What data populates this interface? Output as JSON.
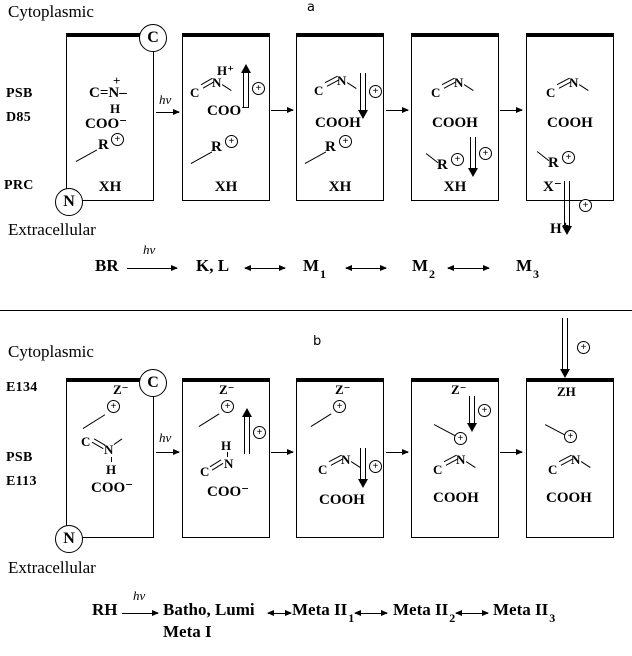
{
  "chem": {
    "c": "C",
    "n": "N",
    "h": "H",
    "r": "R",
    "plus": "+"
  },
  "panel_a": {
    "section_label": "a",
    "cytoplasmic_label": "Cytoplasmic",
    "extracellular_label": "Extracellular",
    "terminal_c": "C",
    "terminal_n": "N",
    "hv_label": "hv",
    "left_labels": {
      "psb": "PSB",
      "d85": "D85",
      "prc": "PRC"
    },
    "boxes": [
      {
        "schiff_base": "C=N–",
        "charge": "+",
        "h": "H",
        "acid": "COO⁻",
        "anion": "XH"
      },
      {
        "released_h": "H⁺",
        "acid": "COO⁻",
        "anion": "XH"
      },
      {
        "acid": "COOH",
        "anion": "XH"
      },
      {
        "acid": "COOH",
        "anion": "XH"
      },
      {
        "acid": "COOH",
        "anion": "X⁻"
      }
    ],
    "released_proton": "H⁺",
    "reaction": {
      "start": "BR",
      "hv": "hv",
      "states": [
        {
          "label": "K, L",
          "sub": ""
        },
        {
          "label": "M",
          "sub": "1"
        },
        {
          "label": "M",
          "sub": "2"
        },
        {
          "label": "M",
          "sub": "3"
        }
      ]
    }
  },
  "panel_b": {
    "section_label": "b",
    "cytoplasmic_label": "Cytoplasmic",
    "extracellular_label": "Extracellular",
    "terminal_c": "C",
    "terminal_n": "N",
    "hv_label": "hv",
    "left_labels": {
      "e134": "E134",
      "psb": "PSB",
      "e113": "E113"
    },
    "boxes": [
      {
        "z": "Z⁻",
        "acid": "COO⁻"
      },
      {
        "z": "Z⁻",
        "acid": "COO⁻"
      },
      {
        "z": "Z⁻",
        "acid": "COOH"
      },
      {
        "z": "Z⁻",
        "acid": "COOH"
      },
      {
        "z": "ZH",
        "acid": "COOH"
      }
    ],
    "reaction": {
      "start": "RH",
      "hv": "hv",
      "states": [
        {
          "label": "Batho, Lumi",
          "sub": "",
          "below": "Meta I"
        },
        {
          "label": "Meta II",
          "sub": "1"
        },
        {
          "label": "Meta II",
          "sub": "2"
        },
        {
          "label": "Meta II",
          "sub": "3"
        }
      ]
    }
  }
}
